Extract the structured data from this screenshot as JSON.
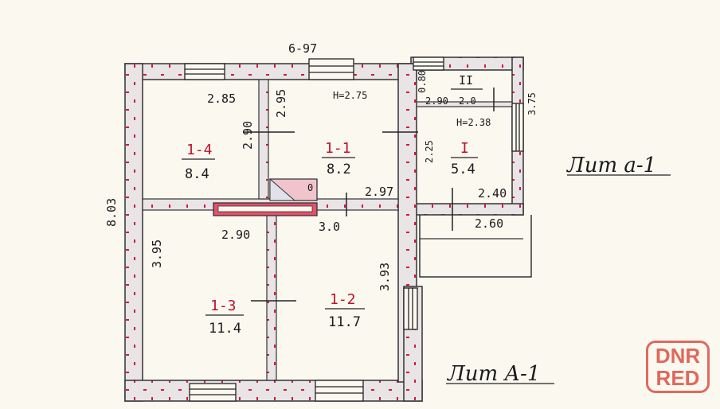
{
  "dimensions": {
    "overall_width": "6-97",
    "overall_depth": "8.03",
    "wall_285": "2.85",
    "wall_295": "2.95",
    "wall_290_v": "2.90",
    "wall_290_h": "2.90",
    "wall_297": "2.97",
    "wall_30": "3.0",
    "wall_395": "3.95",
    "wall_393": "3.93",
    "ext_080": "0.80",
    "ext_290": "2.90",
    "ext_20": "2.0",
    "ext_375": "3.75",
    "ext_225": "2.25",
    "ext_240": "2.40",
    "ext_260": "2.60"
  },
  "heights": {
    "main": "H=2.75",
    "ext": "H=2.38"
  },
  "rooms": [
    {
      "num": "1-4",
      "area": "8.4"
    },
    {
      "num": "1-1",
      "area": "8.2"
    },
    {
      "num": "1-3",
      "area": "11.4"
    },
    {
      "num": "1-2",
      "area": "11.7"
    },
    {
      "num": "I",
      "area": "5.4"
    },
    {
      "num": "II",
      "area": ""
    }
  ],
  "labels": {
    "annex": "Лит а-1",
    "main": "Лит А-1",
    "stove": "0"
  },
  "watermark": {
    "line1": "DNR",
    "line2": "RED"
  },
  "colors": {
    "wall_fill": "#e9e4e6",
    "wall_dots": "#d2183a",
    "stove": "#e7506a",
    "ink": "#1b1b1b"
  }
}
